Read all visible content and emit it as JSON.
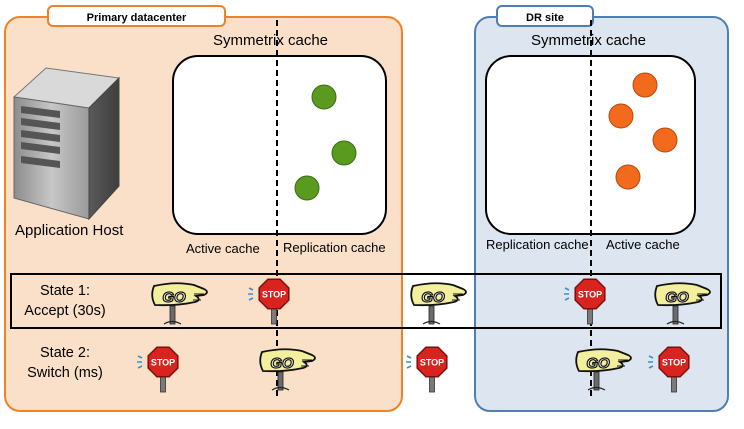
{
  "primary": {
    "label": "Primary datacenter",
    "cache_title": "Symmetrix cache",
    "left_cache_caption": "Active cache",
    "right_cache_caption": "Replication cache",
    "host_label": "Application Host",
    "dot_color": "#5a9a1f"
  },
  "dr": {
    "label": "DR site",
    "cache_title": "Symmetrix cache",
    "left_cache_caption": "Replication cache",
    "right_cache_caption": "Active cache",
    "dot_color": "#f26a1b"
  },
  "states": [
    {
      "line1": "State 1:",
      "line2": "Accept (30s)"
    },
    {
      "line1": "State 2:",
      "line2": "Switch (ms)"
    }
  ],
  "signs": {
    "go_text": "GO",
    "stop_text": "STOP"
  },
  "colors": {
    "primary_border": "#ef8227",
    "primary_fill": "#fbe0c9",
    "dr_border": "#4f7eb4",
    "dr_fill": "#dde5f1",
    "stop_red": "#d9231f",
    "go_yellow": "#f4ef9c"
  }
}
